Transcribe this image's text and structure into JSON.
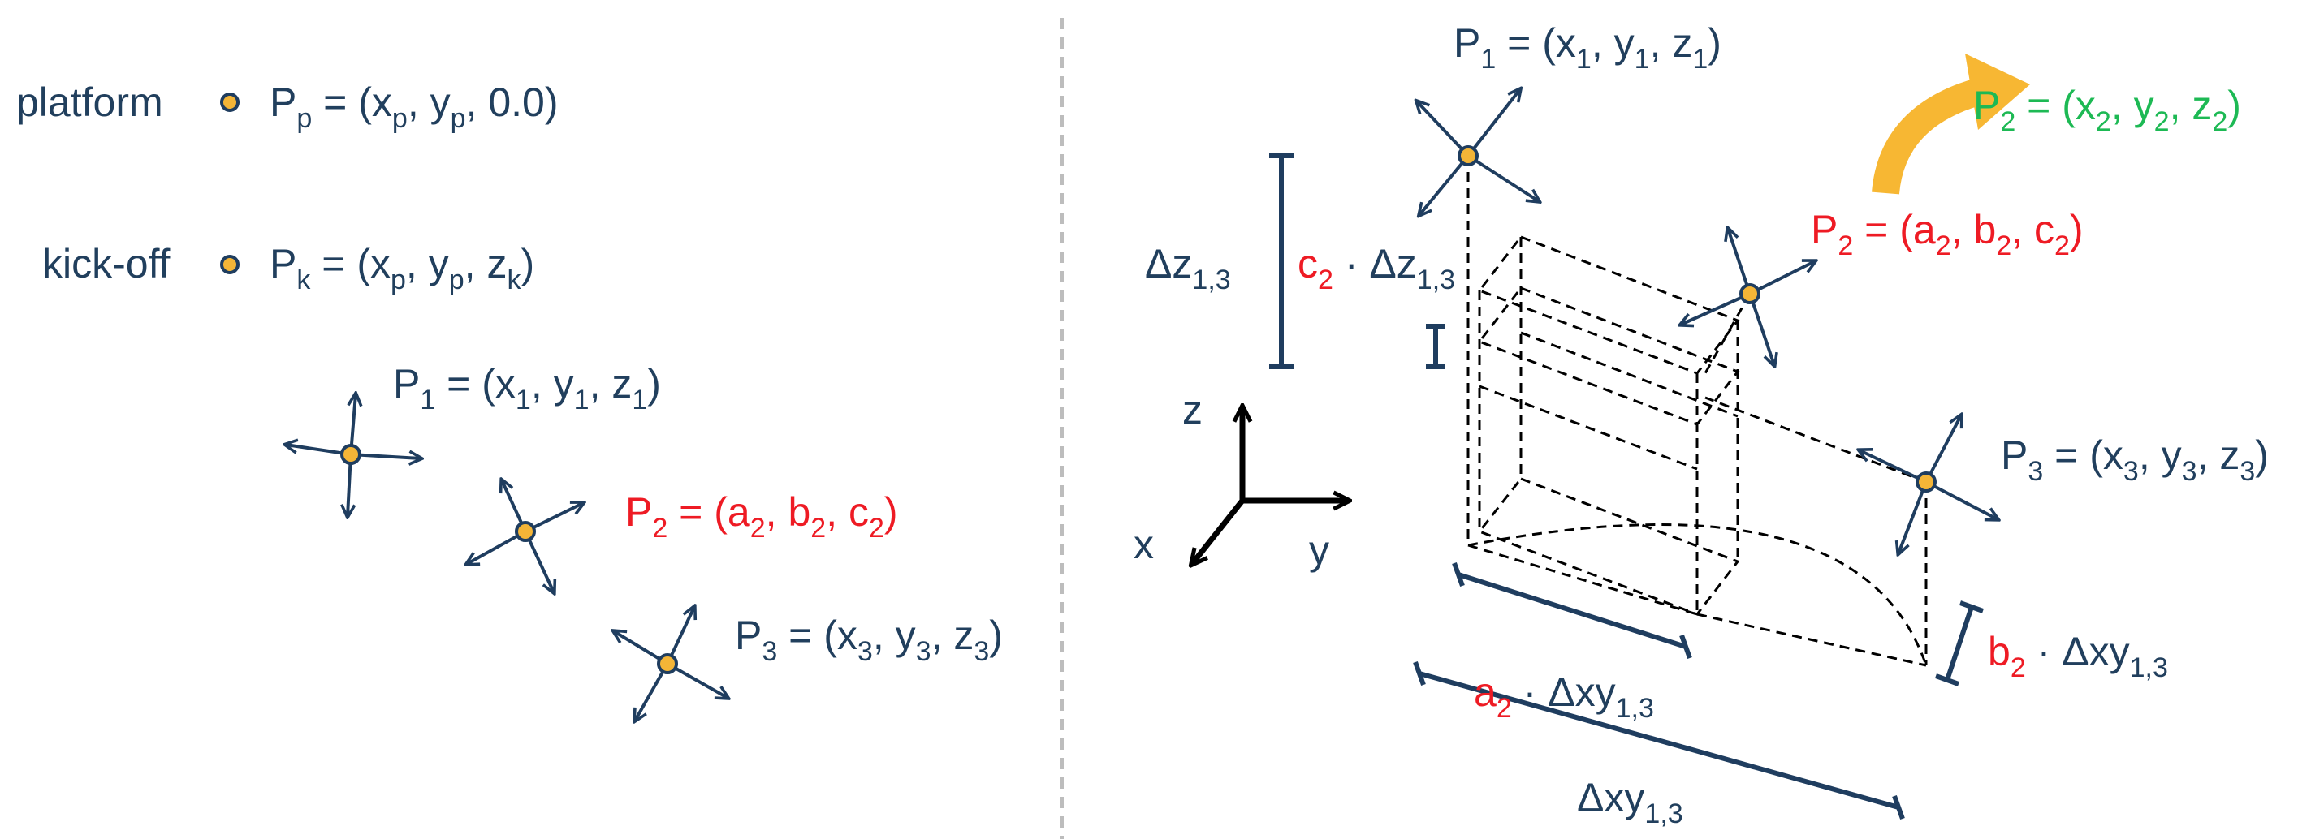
{
  "colors": {
    "navy": "#1f3d5f",
    "red": "#ee1b24",
    "green": "#1db954",
    "node_fill": "#f4b537",
    "arrow_orange": "#f7b733",
    "divider": "#bdbdbd"
  },
  "left": {
    "platform": {
      "label": "platform",
      "name": {
        "base": "P",
        "sub": "p"
      },
      "coords": [
        {
          "base": "x",
          "sub": "p"
        },
        {
          "base": "y",
          "sub": "p"
        },
        {
          "base": "0.0",
          "sub": ""
        }
      ]
    },
    "kickoff": {
      "label": "kick-off",
      "name": {
        "base": "P",
        "sub": "k"
      },
      "coords": [
        {
          "base": "x",
          "sub": "p"
        },
        {
          "base": "y",
          "sub": "p"
        },
        {
          "base": "z",
          "sub": "k"
        }
      ]
    },
    "p1": {
      "name": {
        "base": "P",
        "sub": "1"
      },
      "coords": [
        {
          "base": "x",
          "sub": "1"
        },
        {
          "base": "y",
          "sub": "1"
        },
        {
          "base": "z",
          "sub": "1"
        }
      ]
    },
    "p2": {
      "name": {
        "base": "P",
        "sub": "2"
      },
      "coords": [
        {
          "base": "a",
          "sub": "2"
        },
        {
          "base": "b",
          "sub": "2"
        },
        {
          "base": "c",
          "sub": "2"
        }
      ]
    },
    "p3": {
      "name": {
        "base": "P",
        "sub": "3"
      },
      "coords": [
        {
          "base": "x",
          "sub": "3"
        },
        {
          "base": "y",
          "sub": "3"
        },
        {
          "base": "z",
          "sub": "3"
        }
      ]
    }
  },
  "right": {
    "p1": {
      "name": {
        "base": "P",
        "sub": "1"
      },
      "coords": [
        {
          "base": "x",
          "sub": "1"
        },
        {
          "base": "y",
          "sub": "1"
        },
        {
          "base": "z",
          "sub": "1"
        }
      ]
    },
    "p2_relative": {
      "name": {
        "base": "P",
        "sub": "2"
      },
      "coords": [
        {
          "base": "a",
          "sub": "2"
        },
        {
          "base": "b",
          "sub": "2"
        },
        {
          "base": "c",
          "sub": "2"
        }
      ]
    },
    "p2_absolute": {
      "name": {
        "base": "P",
        "sub": "2"
      },
      "coords": [
        {
          "base": "x",
          "sub": "2"
        },
        {
          "base": "y",
          "sub": "2"
        },
        {
          "base": "z",
          "sub": "2"
        }
      ]
    },
    "p3": {
      "name": {
        "base": "P",
        "sub": "3"
      },
      "coords": [
        {
          "base": "x",
          "sub": "3"
        },
        {
          "base": "y",
          "sub": "3"
        },
        {
          "base": "z",
          "sub": "3"
        }
      ]
    },
    "axes": {
      "x": "x",
      "y": "y",
      "z": "z"
    },
    "dims": {
      "dz": {
        "base": "Δz",
        "sub": "1,3"
      },
      "c_dz": {
        "coef": {
          "base": "c",
          "sub": "2"
        },
        "dot": "·",
        "term": {
          "base": "Δz",
          "sub": "1,3"
        }
      },
      "a_dxy": {
        "coef": {
          "base": "a",
          "sub": "2"
        },
        "dot": "·",
        "term": {
          "base": "Δxy",
          "sub": "1,3"
        }
      },
      "b_dxy": {
        "coef": {
          "base": "b",
          "sub": "2"
        },
        "dot": "·",
        "term": {
          "base": "Δxy",
          "sub": "1,3"
        }
      },
      "dxy": {
        "base": "Δxy",
        "sub": "1,3"
      }
    }
  }
}
